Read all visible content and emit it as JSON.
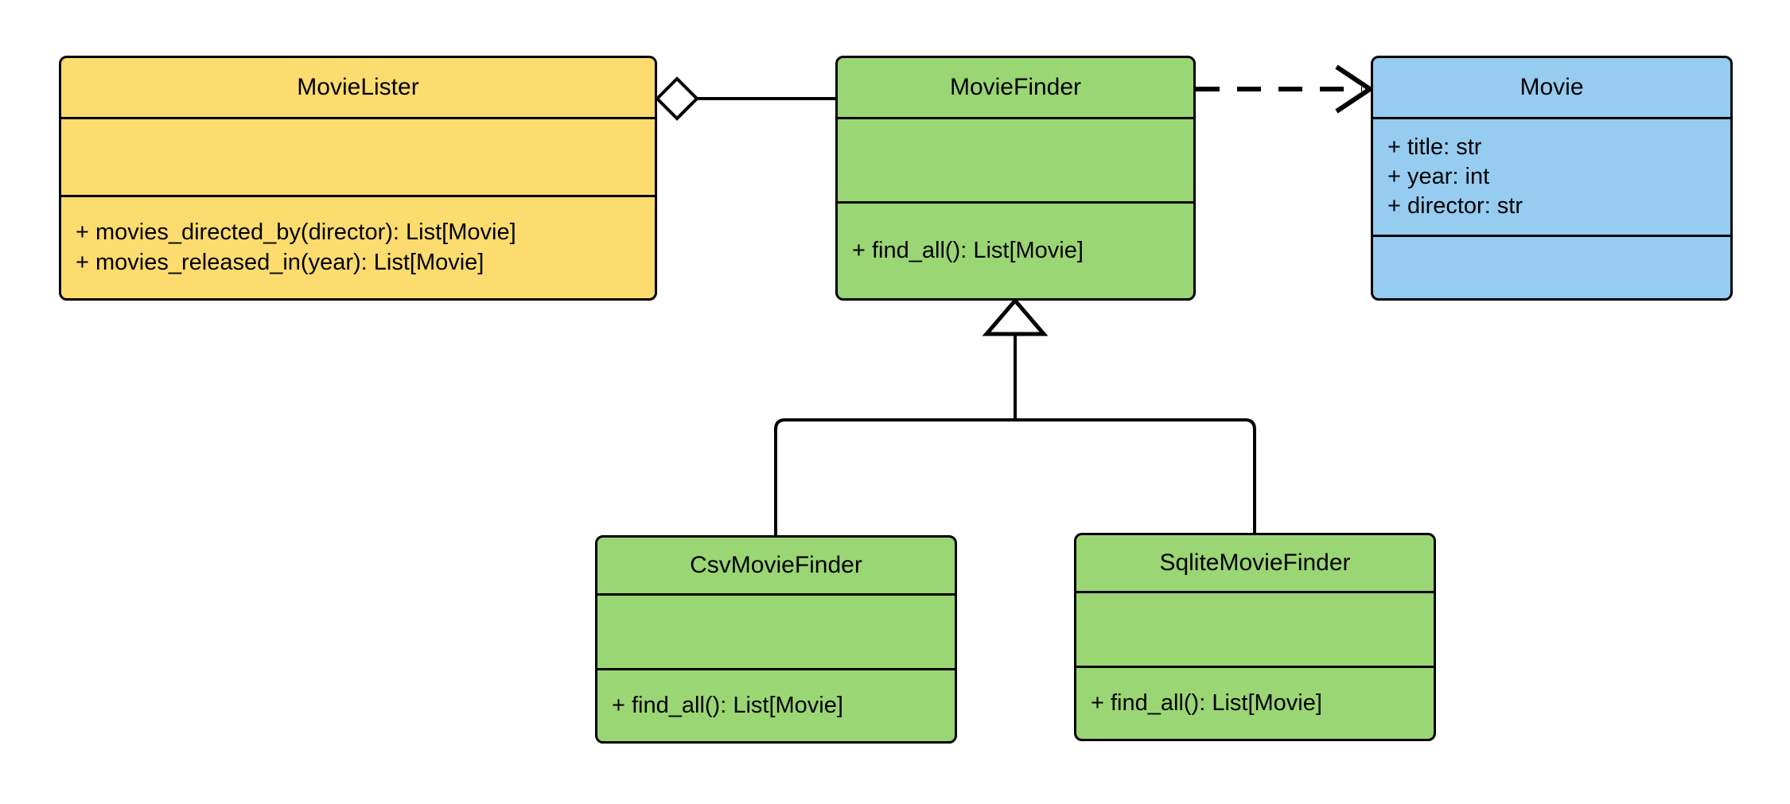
{
  "diagram": {
    "type": "uml-class-diagram",
    "background": "#ffffff",
    "line_color": "#000000",
    "colors": {
      "client_fill": "#fcdc6e",
      "interface_fill": "#9bd674",
      "entity_fill": "#96ccf0",
      "stroke": "#000000"
    }
  },
  "classes": [
    {
      "id": "movie-lister",
      "name": "MovieLister",
      "fill": "#fcdc6e",
      "attributes": [],
      "methods": [
        "+ movies_directed_by(director): List[Movie]",
        "+ movies_released_in(year): List[Movie]"
      ]
    },
    {
      "id": "movie-finder",
      "name": "MovieFinder",
      "fill": "#9bd674",
      "attributes": [],
      "methods": [
        "+ find_all(): List[Movie]"
      ]
    },
    {
      "id": "movie",
      "name": "Movie",
      "fill": "#96ccf0",
      "attributes": [
        "+ title: str",
        "+ year: int",
        "+ director: str"
      ],
      "methods": []
    },
    {
      "id": "csv-movie-finder",
      "name": "CsvMovieFinder",
      "fill": "#9bd674",
      "attributes": [],
      "methods": [
        "+ find_all(): List[Movie]"
      ]
    },
    {
      "id": "sqlite-movie-finder",
      "name": "SqliteMovieFinder",
      "fill": "#9bd674",
      "attributes": [],
      "methods": [
        "+ find_all(): List[Movie]"
      ]
    }
  ],
  "relationships": [
    {
      "id": "aggregation-lister-finder",
      "kind": "aggregation",
      "from": "MovieLister",
      "to": "MovieFinder",
      "marker": "hollow-diamond",
      "style": "solid"
    },
    {
      "id": "dependency-finder-movie",
      "kind": "dependency",
      "from": "MovieFinder",
      "to": "Movie",
      "marker": "open-arrow",
      "style": "dashed"
    },
    {
      "id": "generalization-csv-finder",
      "kind": "generalization",
      "from": "CsvMovieFinder",
      "to": "MovieFinder",
      "marker": "hollow-triangle",
      "style": "solid"
    },
    {
      "id": "generalization-sqlite-finder",
      "kind": "generalization",
      "from": "SqliteMovieFinder",
      "to": "MovieFinder",
      "marker": "hollow-triangle",
      "style": "solid"
    }
  ]
}
